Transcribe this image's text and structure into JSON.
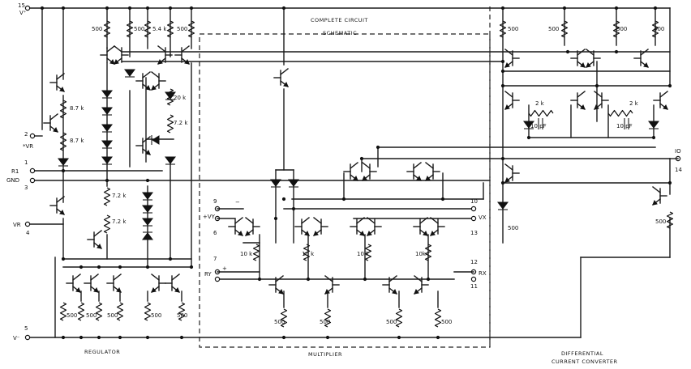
{
  "title": {
    "line1": "COMPLETE CIRCUIT",
    "line2": "SCHEMATIC"
  },
  "sections": {
    "regulator": "REGULATOR",
    "multiplier": "MULTIPLIER",
    "converter_line1": "DIFFERENTIAL",
    "converter_line2": "CURRENT CONVERTER"
  },
  "pins": {
    "p15": "15",
    "vplus": "V⁺",
    "p2": "2",
    "vr_star": "*VR",
    "p1": "1",
    "r1": "R1",
    "p3": "3",
    "gnd": "GND",
    "vr": "VR",
    "p4": "4",
    "p5": "5",
    "vminus": "V⁻",
    "p9": "9",
    "vy_plus": "+VY",
    "p6": "6",
    "minus_y": "−",
    "p7": "7",
    "ry": "RY",
    "plus_small": "+",
    "p10": "10",
    "vx": "VX",
    "p13": "13",
    "p12": "12",
    "rx": "RX",
    "p11": "11",
    "io": "IO",
    "p14": "14"
  },
  "components": {
    "r500": "500",
    "r54k": "5.4 k",
    "r87k": "8.7 k",
    "r20k": "20 k",
    "r72k": "7.2 k",
    "r10k": "10 k",
    "r2k": "2 k",
    "c10pf": "10 pF",
    "r500b": "500",
    "r400": "400",
    "r10kb": "10k"
  }
}
